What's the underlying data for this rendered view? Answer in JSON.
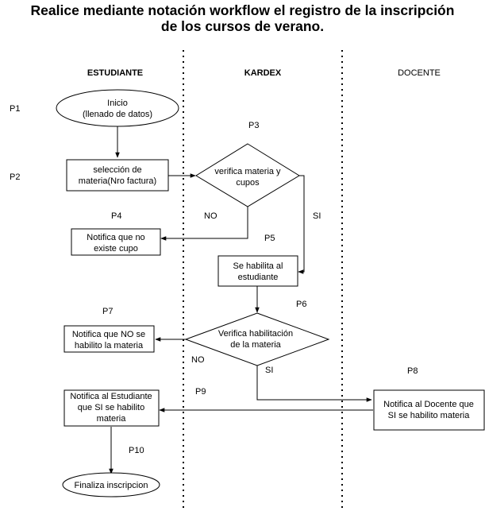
{
  "title": "Realice mediante notación workflow el registro de la inscripción\nde los cursos de verano.",
  "lanes": {
    "estudiante": "ESTUDIANTE",
    "kardex": "KARDEX",
    "docente": "DOCENTE"
  },
  "steps": {
    "p1": "P1",
    "p2": "P2",
    "p3": "P3",
    "p4": "P4",
    "p5": "P5",
    "p6": "P6",
    "p7": "P7",
    "p8": "P8",
    "p9": "P9",
    "p10": "P10"
  },
  "nodes": {
    "inicio": [
      "Inicio",
      "(llenado de datos)"
    ],
    "seleccion": [
      "selección de",
      "materia(Nro factura)"
    ],
    "verifica_materia": [
      "verifica materia y",
      "cupos"
    ],
    "notifica_no_cupo": [
      "Notifica que no",
      "existe cupo"
    ],
    "habilita": [
      "Se habilita al",
      "estudiante"
    ],
    "verifica_habilitacion": [
      "Verifica habilitación",
      "de la materia"
    ],
    "notifica_no_habilito": [
      "Notifica que NO se",
      "habilito la materia"
    ],
    "notifica_estudiante": [
      "Notifica al Estudiante",
      "que SI se habilito",
      "materia"
    ],
    "notifica_docente": [
      "Notifica al Docente que",
      "SI se habilito materia"
    ],
    "finaliza": [
      "Finaliza inscripcion"
    ]
  },
  "edge_labels": {
    "no1": "NO",
    "si1": "SI",
    "no2": "NO",
    "si2": "SI"
  }
}
